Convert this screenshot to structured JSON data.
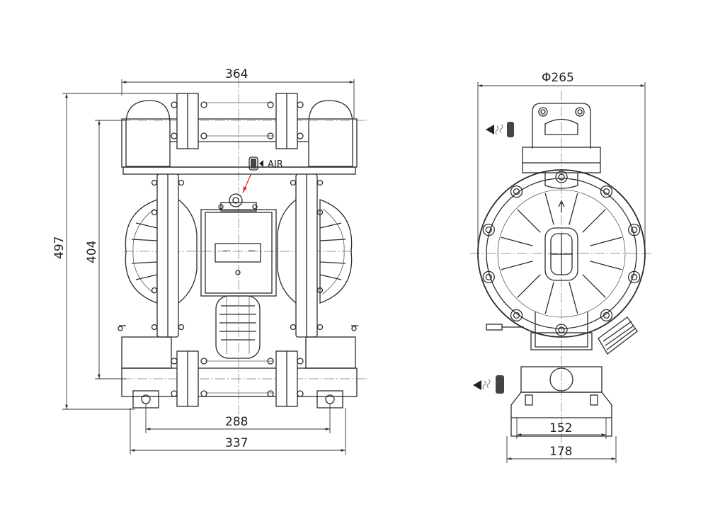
{
  "front_view": {
    "dim_top_width": "364",
    "dim_overall_height": "497",
    "dim_inner_height": "404",
    "dim_foot_spacing": "288",
    "dim_base_width": "337",
    "air_label": "AIR"
  },
  "side_view": {
    "dim_diameter": "Φ265",
    "dim_base_inner": "152",
    "dim_base_outer": "178"
  },
  "colors": {
    "line": "#2b2b2b",
    "air_arrow": "#dd2222",
    "background": "#ffffff"
  },
  "icons": [
    "air-inlet-muffler-icon",
    "discharge-flow-icon",
    "suction-flow-icon"
  ]
}
